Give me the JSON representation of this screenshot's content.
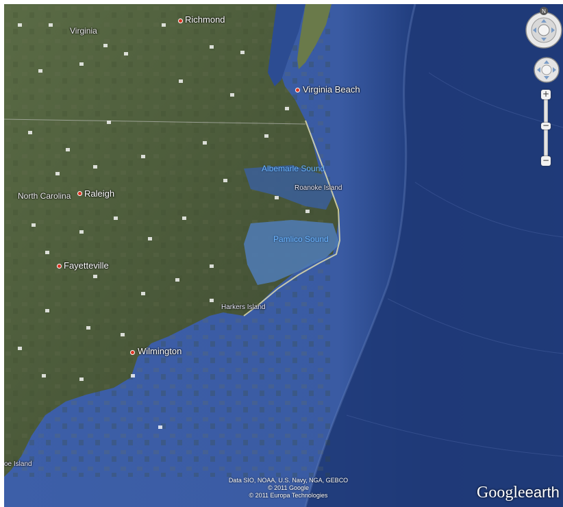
{
  "cities": [
    {
      "name": "Richmond"
    },
    {
      "name": "Virginia Beach"
    },
    {
      "name": "Raleigh"
    },
    {
      "name": "Fayetteville"
    },
    {
      "name": "Wilmington"
    }
  ],
  "states": [
    "Virginia",
    "North Carolina"
  ],
  "water": [
    "Albemarle Sound",
    "Pamlico Sound"
  ],
  "islands": [
    "Roanoke Island",
    "Harkers Island",
    "oe Island"
  ],
  "attribution": [
    "Data SIO, NOAA, U.S. Navy, NGA, GEBCO",
    "© 2011 Google",
    "© 2011 Europa Technologies"
  ],
  "logo": {
    "google": "Google",
    "earth": "earth"
  },
  "controls": {
    "north": "N",
    "zoom_in": "+",
    "zoom_out": "−",
    "zoom_mid": "−"
  },
  "colors": {
    "land": "#4a5a38",
    "sea": "#2a4a8c",
    "deep_sea": "#1d3570",
    "city_dot": "#d32f2f"
  }
}
